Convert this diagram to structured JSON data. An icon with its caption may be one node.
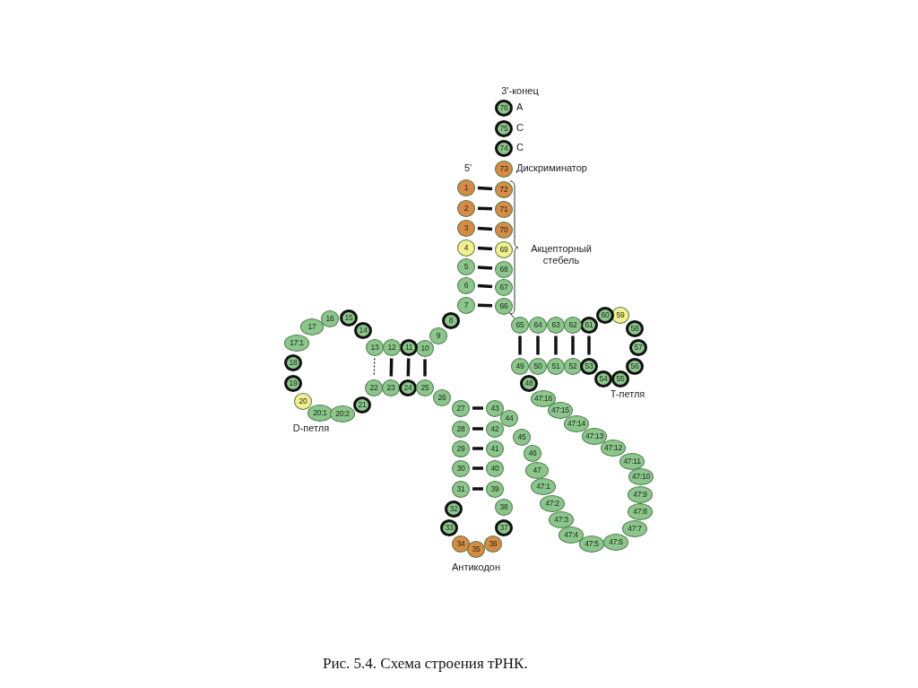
{
  "diagram": {
    "caption": "Рис. 5.4. Схема строения тРНК.",
    "nodes": [
      {
        "text": [
          "1"
        ],
        "beside": [
          "5'"
        ]
      },
      {
        "text": [
          "2"
        ]
      },
      {
        "text": [
          "3"
        ]
      },
      {
        "text": [
          "4"
        ]
      },
      {
        "text": [
          "5"
        ]
      },
      {
        "text": [
          "6"
        ]
      },
      {
        "text": [
          "7"
        ]
      },
      {
        "text": [
          "8"
        ]
      },
      {
        "text": [
          "9"
        ]
      },
      {
        "text": [
          "10"
        ]
      },
      {
        "text": [
          "11"
        ]
      },
      {
        "text": [
          "12"
        ]
      },
      {
        "text": [
          "13"
        ]
      },
      {
        "text": [
          "14"
        ]
      },
      {
        "text": [
          "15"
        ]
      },
      {
        "text": [
          "16"
        ]
      },
      {
        "text": [
          "17"
        ]
      },
      {
        "text": [
          "17:1"
        ]
      },
      {
        "text": [
          "18"
        ]
      },
      {
        "text": [
          "19"
        ]
      },
      {
        "text": [
          "20"
        ]
      },
      {
        "text": [
          "20:1"
        ]
      },
      {
        "text": [
          "20:2"
        ]
      },
      {
        "text": [
          "21"
        ]
      },
      {
        "text": [
          "22"
        ]
      },
      {
        "text": [
          "23"
        ]
      },
      {
        "text": [
          "24"
        ]
      },
      {
        "text": [
          "25"
        ]
      },
      {
        "text": [
          "26"
        ]
      },
      {
        "text": [
          "27"
        ]
      },
      {
        "text": [
          "28"
        ]
      },
      {
        "text": [
          "29"
        ]
      },
      {
        "text": [
          "30"
        ]
      },
      {
        "text": [
          "31"
        ]
      },
      {
        "text": [
          "32"
        ]
      },
      {
        "text": [
          "33"
        ]
      },
      {
        "text": [
          "34"
        ]
      },
      {
        "text": [
          "35"
        ]
      },
      {
        "text": [
          "36"
        ]
      },
      {
        "text": [
          "37"
        ]
      },
      {
        "text": [
          "38"
        ]
      },
      {
        "text": [
          "39"
        ]
      },
      {
        "text": [
          "40"
        ]
      },
      {
        "text": [
          "41"
        ]
      },
      {
        "text": [
          "42"
        ]
      },
      {
        "text": [
          "43"
        ]
      },
      {
        "text": [
          "44"
        ]
      },
      {
        "text": [
          "45"
        ]
      },
      {
        "text": [
          "46"
        ]
      },
      {
        "text": [
          "47"
        ]
      },
      {
        "text": [
          "47:1"
        ]
      },
      {
        "text": [
          "47:2"
        ]
      },
      {
        "text": [
          "47:3"
        ]
      },
      {
        "text": [
          "47:4"
        ]
      },
      {
        "text": [
          "47:5"
        ]
      },
      {
        "text": [
          "47:6"
        ]
      },
      {
        "text": [
          "47:7"
        ]
      },
      {
        "text": [
          "47:8"
        ]
      },
      {
        "text": [
          "47:9"
        ]
      },
      {
        "text": [
          "47:10"
        ]
      },
      {
        "text": [
          "47:11"
        ]
      },
      {
        "text": [
          "47:12"
        ]
      },
      {
        "text": [
          "47:13"
        ]
      },
      {
        "text": [
          "47:14"
        ]
      },
      {
        "text": [
          "47:15"
        ]
      },
      {
        "text": [
          "47:16"
        ]
      },
      {
        "text": [
          "48"
        ]
      },
      {
        "text": [
          "49"
        ]
      },
      {
        "text": [
          "50"
        ]
      },
      {
        "text": [
          "51"
        ]
      },
      {
        "text": [
          "52"
        ]
      },
      {
        "text": [
          "53"
        ]
      },
      {
        "text": [
          "54"
        ]
      },
      {
        "text": [
          "55"
        ]
      },
      {
        "text": [
          "56"
        ]
      },
      {
        "text": [
          "57"
        ]
      },
      {
        "text": [
          "58"
        ]
      },
      {
        "text": [
          "59"
        ]
      },
      {
        "text": [
          "60"
        ]
      },
      {
        "text": [
          "61"
        ]
      },
      {
        "text": [
          "62"
        ]
      },
      {
        "text": [
          "63"
        ]
      },
      {
        "text": [
          "64"
        ]
      },
      {
        "text": [
          "65"
        ]
      },
      {
        "text": [
          "66"
        ]
      },
      {
        "text": [
          "67"
        ]
      },
      {
        "text": [
          "68"
        ]
      },
      {
        "text": [
          "69"
        ]
      },
      {
        "text": [
          "70"
        ]
      },
      {
        "text": [
          "71"
        ]
      },
      {
        "text": [
          "72"
        ]
      },
      {
        "text": [
          "73"
        ],
        "beside": [
          "Дискриминатор"
        ]
      },
      {
        "text": [
          "74"
        ],
        "beside": [
          "C"
        ]
      },
      {
        "text": [
          "75"
        ],
        "beside": [
          "C"
        ]
      },
      {
        "text": [
          "76"
        ],
        "beside": [
          "3'-конец",
          "A"
        ]
      }
    ],
    "edges": [
      {
        "from": 0,
        "to": 90,
        "arrow": "none"
      },
      {
        "from": 1,
        "to": 89,
        "arrow": "none"
      },
      {
        "from": 2,
        "to": 88,
        "arrow": "none"
      },
      {
        "from": 3,
        "to": 87,
        "arrow": "none"
      },
      {
        "from": 4,
        "to": 86,
        "arrow": "none"
      },
      {
        "from": 5,
        "to": 85,
        "arrow": "none"
      },
      {
        "from": 6,
        "to": 84,
        "arrow": "none"
      },
      {
        "from": 9,
        "to": 27,
        "arrow": "none"
      },
      {
        "from": 10,
        "to": 26,
        "arrow": "none"
      },
      {
        "from": 11,
        "to": 25,
        "arrow": "none"
      },
      {
        "from": 12,
        "to": 24,
        "arrow": "none",
        "style": "dashed"
      },
      {
        "from": 29,
        "to": 45,
        "arrow": "none"
      },
      {
        "from": 30,
        "to": 44,
        "arrow": "none"
      },
      {
        "from": 31,
        "to": 43,
        "arrow": "none"
      },
      {
        "from": 32,
        "to": 42,
        "arrow": "none"
      },
      {
        "from": 33,
        "to": 41,
        "arrow": "none"
      },
      {
        "from": 67,
        "to": 83,
        "arrow": "none"
      },
      {
        "from": 68,
        "to": 82,
        "arrow": "none"
      },
      {
        "from": 69,
        "to": 81,
        "arrow": "none"
      },
      {
        "from": 70,
        "to": 80,
        "arrow": "none"
      },
      {
        "from": 71,
        "to": 79,
        "arrow": "none"
      },
      {
        "from": 84,
        "to": 83,
        "arrow": "none"
      }
    ],
    "labels": [
      "Акцепторный стебель",
      "T-петля",
      "D-петля",
      "Антикодон"
    ]
  }
}
